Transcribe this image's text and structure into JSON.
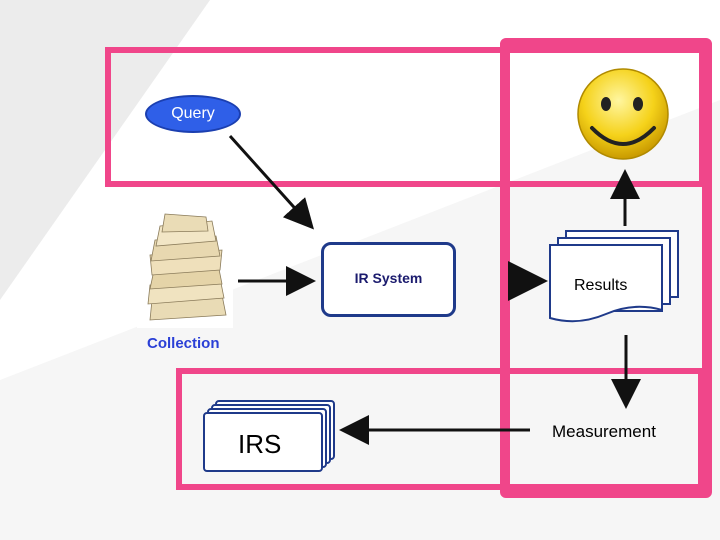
{
  "diagram": {
    "query_label": "Query",
    "ir_system_label": "IR System",
    "results_label": "Results",
    "collection_label": "Collection",
    "measurement_label": "Measurement",
    "irs_label": "IRS"
  },
  "colors": {
    "frame_pink": "#f0468a",
    "query_blue": "#2f5fe8",
    "box_border": "#1f3a8a",
    "collection_text": "#2a3fd6"
  },
  "icons": {
    "smiley": "smiley-face-icon",
    "documents": "document-stack-icon"
  }
}
